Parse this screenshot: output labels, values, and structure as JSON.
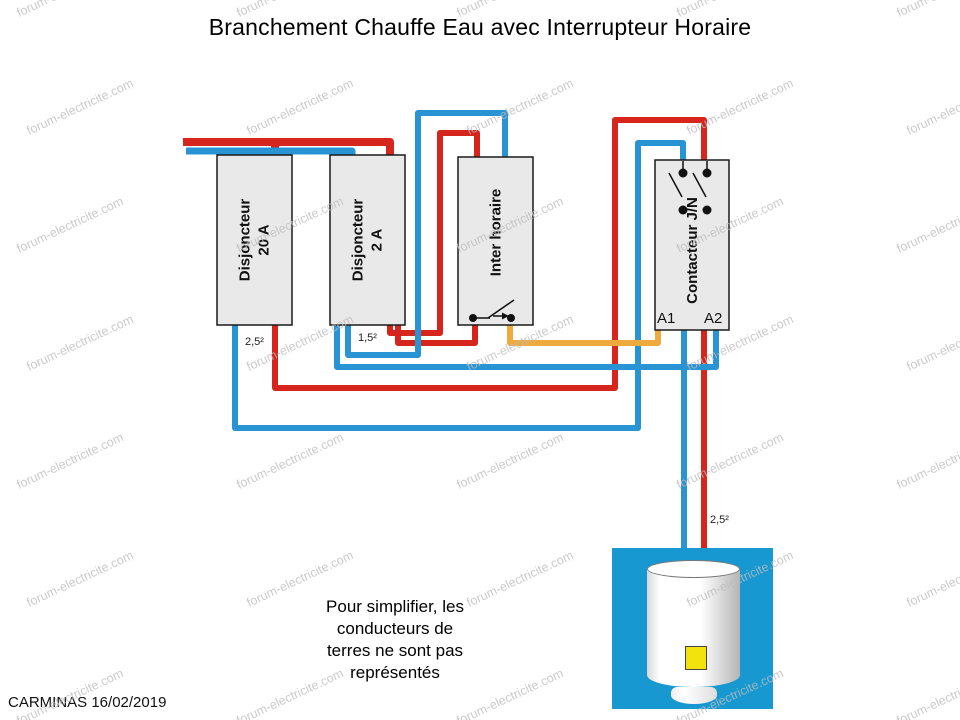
{
  "title": "Branchement Chauffe Eau avec Interrupteur Horaire",
  "watermark": {
    "text": "forum-electricite.com"
  },
  "colors": {
    "red": "#d6251d",
    "blue": "#2994d4",
    "orange": "#eeaa3c",
    "box_fill": "#e9e9e9",
    "box_border": "#1a1a1a",
    "symbol_black": "#111111",
    "heater_bg": "#1798d1",
    "heater_yellow": "#f2e30e"
  },
  "components": {
    "disjoncteur20": {
      "label_line1": "Disjoncteur",
      "label_line2": "20 A",
      "wire_label": "2,5²"
    },
    "disjoncteur2": {
      "label_line1": "Disjoncteur",
      "label_line2": "2 A",
      "wire_label": "1,5²"
    },
    "inter_horaire": {
      "label": "Inter horaire"
    },
    "contacteur": {
      "label": "Contacteur J/N",
      "terminal_left": "A1",
      "terminal_right": "A2"
    },
    "heater_wire_label": "2,5²"
  },
  "note": {
    "line1": "Pour simplifier, les",
    "line2": "conducteurs de",
    "line3": "terres ne sont pas",
    "line4": "représentés"
  },
  "credit": "CARMINAS 16/02/2019"
}
